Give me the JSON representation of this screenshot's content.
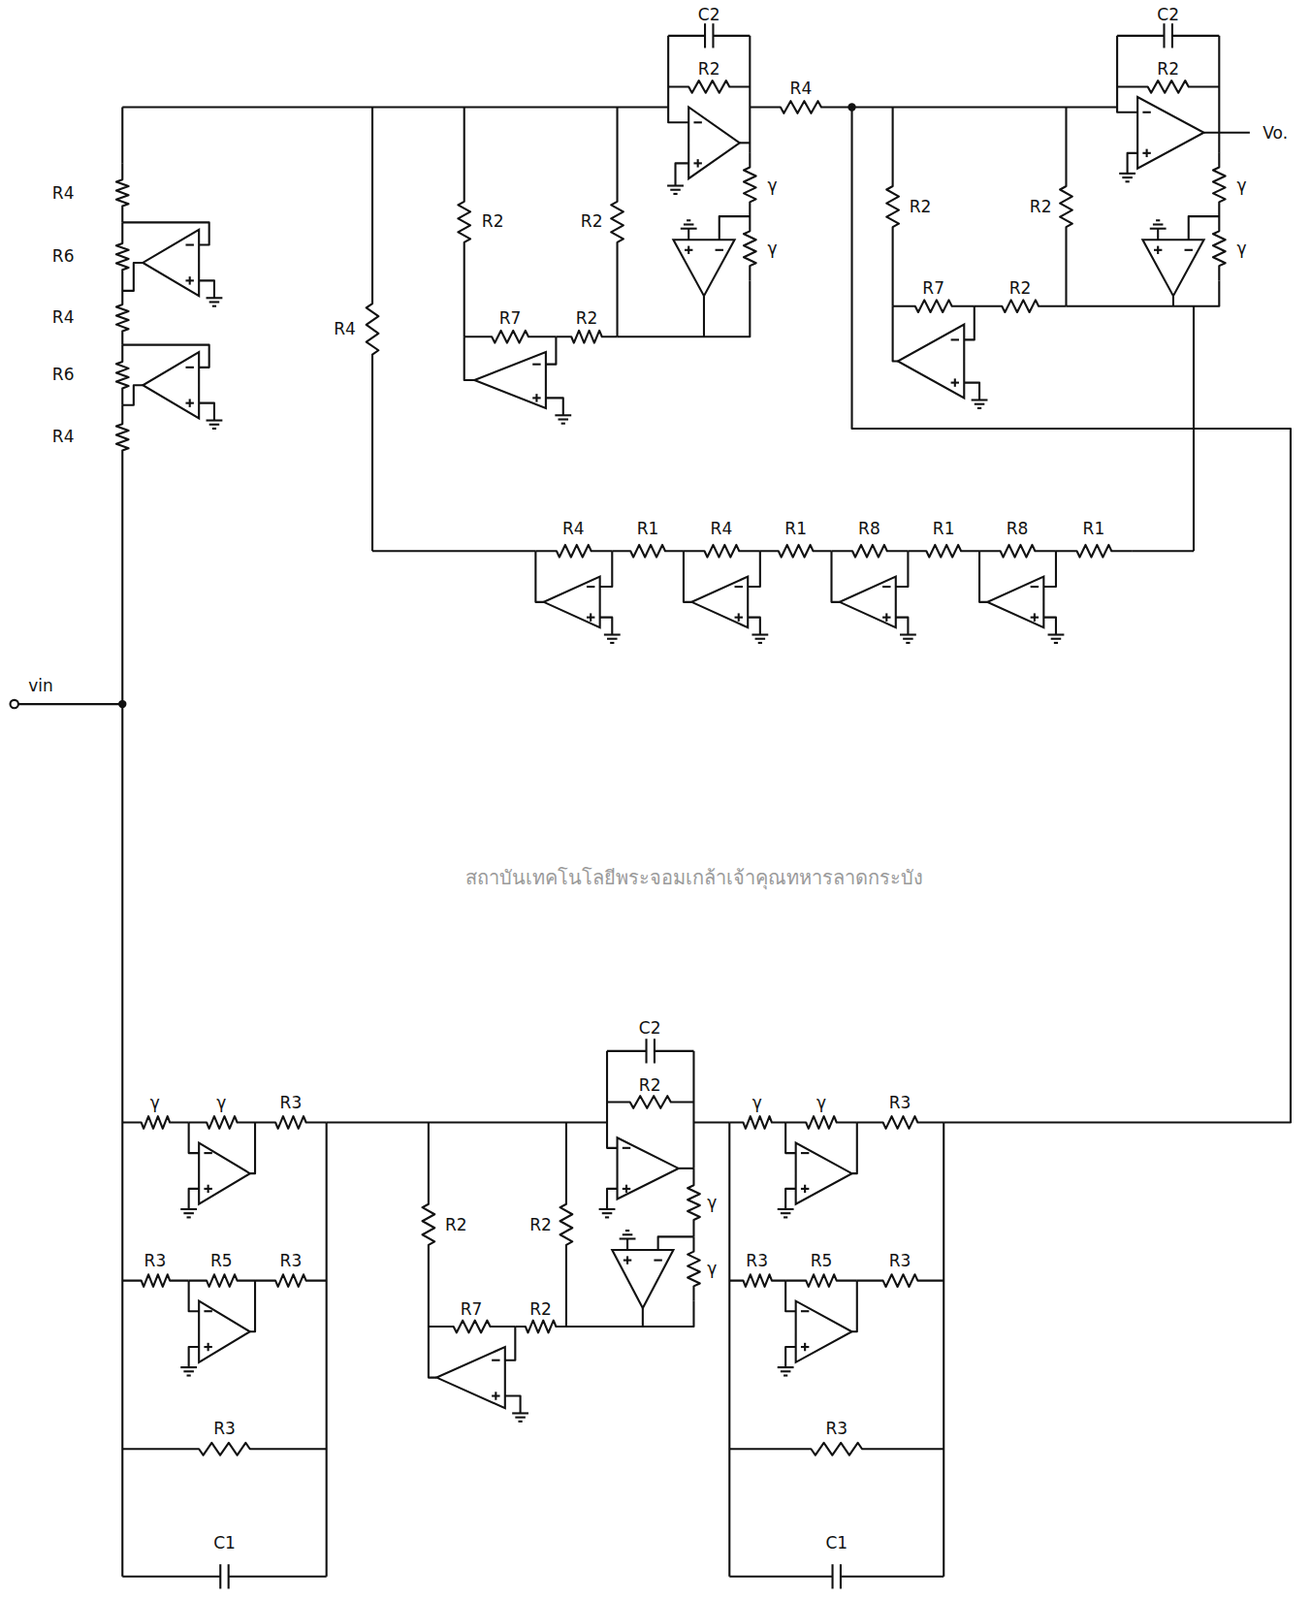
{
  "diagram": {
    "labels": [
      "C2",
      "R2",
      "R4",
      "C2",
      "R2",
      "Vo.",
      "R4",
      "R6",
      "R4",
      "R6",
      "R4",
      "R2",
      "R2",
      "γ",
      "γ",
      "R4",
      "R7",
      "R2",
      "R2",
      "R2",
      "γ",
      "γ",
      "R7",
      "R2",
      "R4",
      "R1",
      "R4",
      "R1",
      "R8",
      "R1",
      "R8",
      "R1",
      "vin",
      "C2",
      "R2",
      "γ",
      "γ",
      "R3",
      "γ",
      "γ",
      "R3",
      "R2",
      "R2",
      "γ",
      "γ",
      "R3",
      "R5",
      "R3",
      "R3",
      "R5",
      "R3",
      "R7",
      "R2",
      "R3",
      "R3",
      "C1",
      "C1",
      "สถาบันเทคโนโลยีพระจอมเกล้าเจ้าคุณทหารลาดกระบัง"
    ]
  }
}
